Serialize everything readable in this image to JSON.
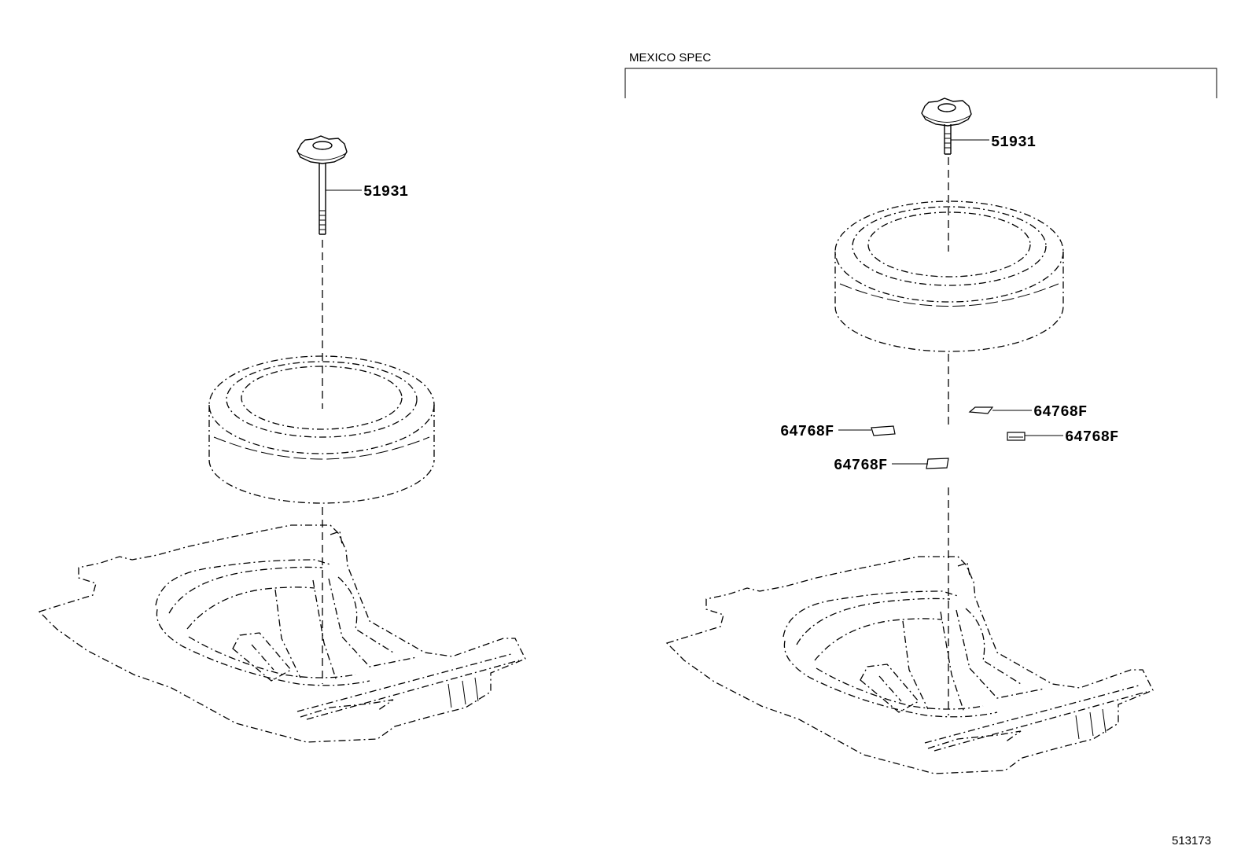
{
  "spec_heading": "MEXICO SPEC",
  "reference_number": "513173",
  "left_assembly": {
    "bolt_part": "51931"
  },
  "right_assembly": {
    "bolt_part": "51931",
    "pad_parts": [
      "64768F",
      "64768F",
      "64768F",
      "64768F"
    ]
  }
}
